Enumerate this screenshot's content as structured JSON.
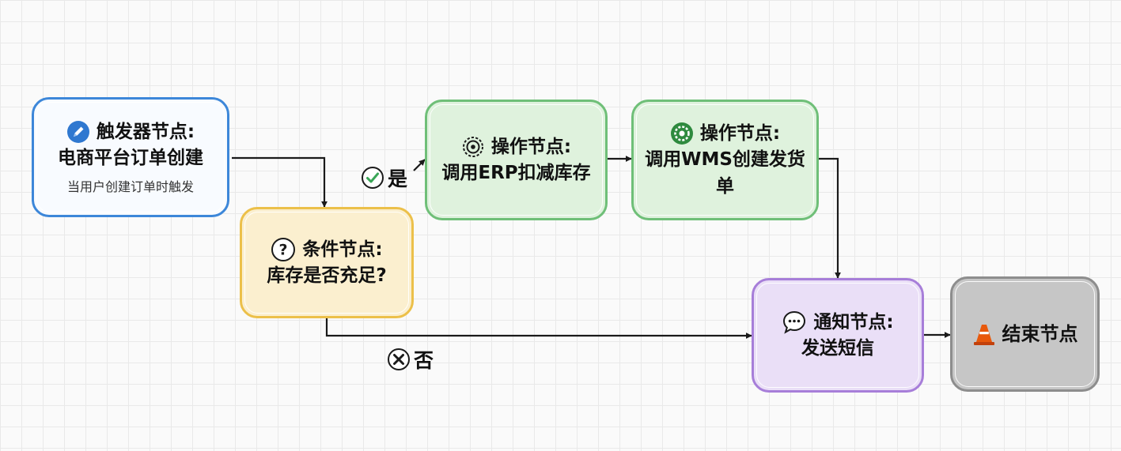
{
  "nodes": {
    "trigger": {
      "heading": "触发器节点:",
      "subtitle": "电商平台订单创建",
      "description": "当用户创建订单时触发",
      "icon": "pencil-icon",
      "border_color": "#3d87d9",
      "fill_color": "#f8fbff"
    },
    "condition": {
      "heading": "条件节点:",
      "subtitle": "库存是否充足?",
      "icon": "question-mark-icon",
      "border_color": "#ecc04a",
      "fill_color": "#fbefcf"
    },
    "erp_action": {
      "heading": "操作节点:",
      "subtitle": "调用ERP扣减库存",
      "icon": "gear-icon",
      "border_color": "#6fbf78",
      "fill_color": "#dff2dd"
    },
    "wms_action": {
      "heading": "操作节点:",
      "subtitle": "调用WMS创建发货单",
      "icon": "gear-icon",
      "border_color": "#6fbf78",
      "fill_color": "#dff2dd"
    },
    "notify": {
      "heading": "通知节点:",
      "subtitle": "发送短信",
      "icon": "chat-bubble-icon",
      "border_color": "#a77ed9",
      "fill_color": "#eadff7"
    },
    "end": {
      "heading": "结束节点",
      "icon": "traffic-cone-icon",
      "border_color": "#8d8d8d",
      "fill_color": "#c6c6c6"
    }
  },
  "edges": {
    "yes": {
      "label": "是",
      "icon": "check-circle-icon",
      "color": "#3aa657"
    },
    "no": {
      "label": "否",
      "icon": "x-circle-icon"
    }
  }
}
